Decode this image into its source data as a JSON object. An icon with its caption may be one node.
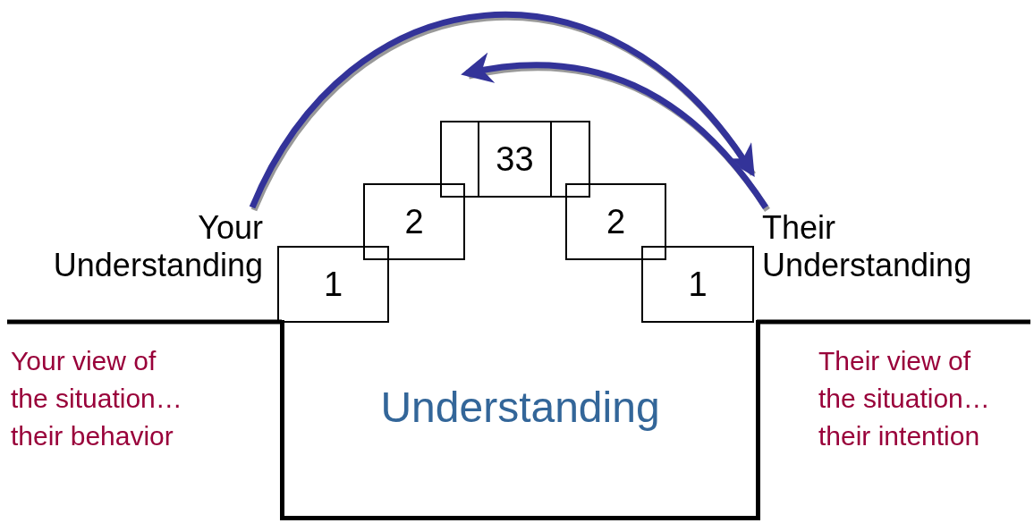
{
  "diagram": {
    "nodes": [
      {
        "text": [],
        "shape": "box"
      },
      {
        "text": [
          "33"
        ]
      },
      {
        "text": [],
        "shape": "box"
      },
      {
        "text": [
          "2"
        ]
      },
      {
        "text": [
          "2"
        ]
      },
      {
        "text": [
          "Your Understanding"
        ]
      },
      {
        "text": [
          "1"
        ]
      },
      {
        "text": [
          "1"
        ]
      },
      {
        "text": [
          "Their Understanding"
        ]
      },
      {
        "text": [
          "Understanding"
        ]
      }
    ],
    "edges": [
      {
        "from": 5,
        "to": 8,
        "arrow": "to"
      },
      {
        "from": 8,
        "to": null,
        "arrow": "to"
      }
    ],
    "labels": [
      "Your view of the situation… their behavior",
      "Their view of the situation… their intention"
    ]
  }
}
